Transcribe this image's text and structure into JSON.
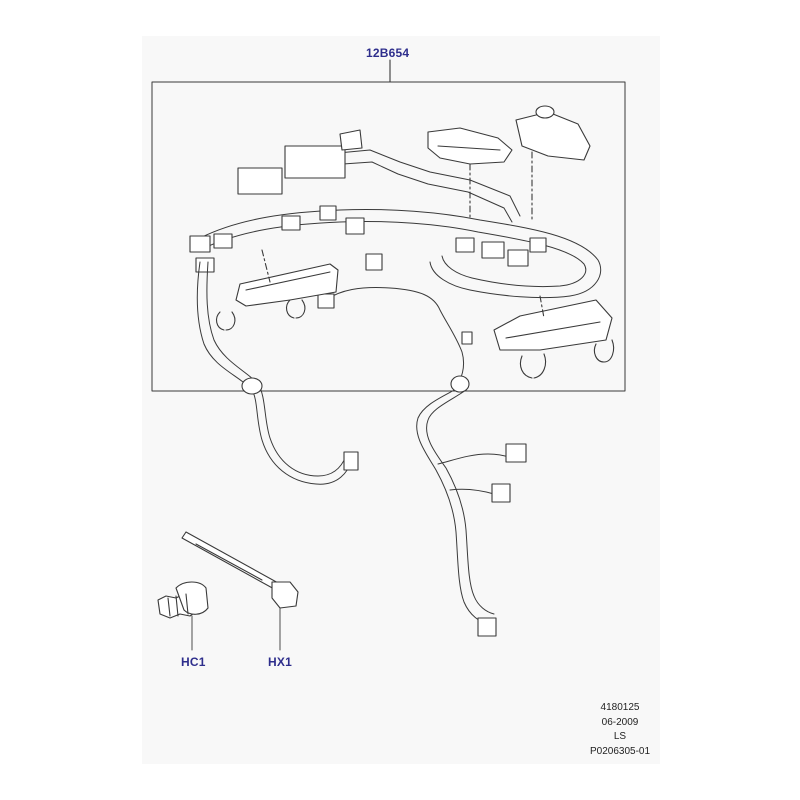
{
  "callouts": {
    "main_assembly": "12B654",
    "clip": "HC1",
    "cable_tie": "HX1"
  },
  "reference": {
    "number": "4180125",
    "date": "06-2009",
    "code": "LS",
    "illustration_id": "P0206305-01"
  },
  "colors": {
    "callout_text": "#2e2e8c",
    "line_art": "#3a3a3a",
    "part_fill": "#ffffff",
    "sheet_background": "#f8f8f8"
  },
  "icons": {
    "main_part": "wiring-harness-icon",
    "clip_part": "push-clip-icon",
    "tie_part": "cable-tie-icon"
  }
}
